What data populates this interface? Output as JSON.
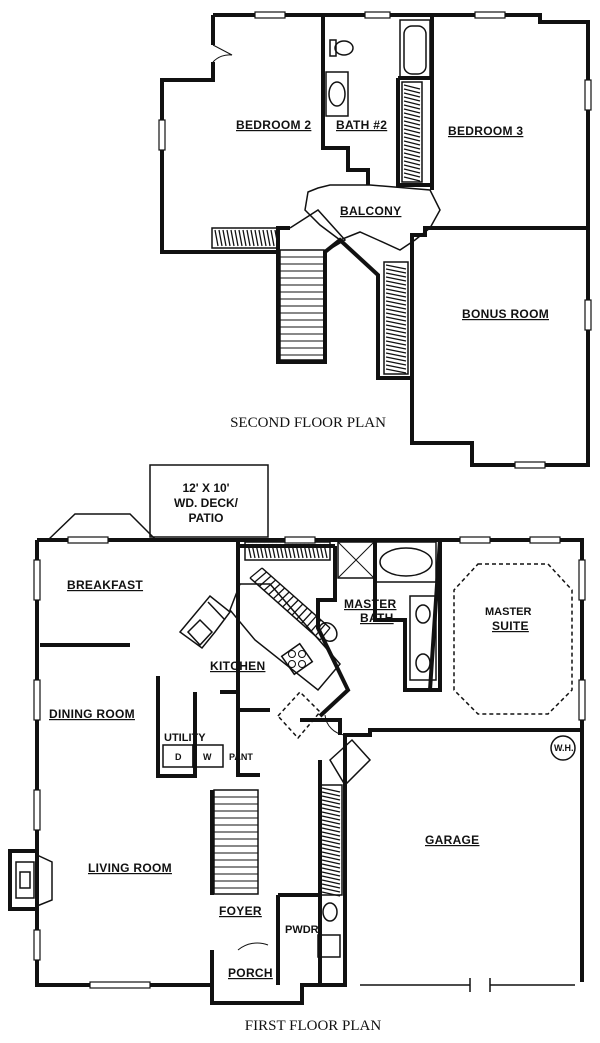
{
  "second_floor": {
    "title": "SECOND FLOOR PLAN",
    "rooms": {
      "bedroom2": "BEDROOM 2",
      "bath2": "BATH #2",
      "bedroom3": "BEDROOM 3",
      "balcony": "BALCONY",
      "bonus": "BONUS ROOM"
    }
  },
  "first_floor": {
    "title": "FIRST FLOOR PLAN",
    "deck": [
      "12' X 10'",
      "WD. DECK/",
      "PATIO"
    ],
    "rooms": {
      "breakfast": "BREAKFAST",
      "kitchen": "KITCHEN",
      "master_bath": [
        "MASTER",
        "BATH"
      ],
      "master_suite": [
        "MASTER",
        "SUITE"
      ],
      "dining": "DINING ROOM",
      "utility": "UTILITY",
      "dryer": "D",
      "washer": "W",
      "pantry": "PANT",
      "water_heater": "W.H.",
      "living": "LIVING ROOM",
      "garage": "GARAGE",
      "foyer": "FOYER",
      "powder": "PWDR",
      "porch": "PORCH"
    }
  },
  "colors": {
    "ink": "#111111",
    "paper": "#ffffff"
  }
}
